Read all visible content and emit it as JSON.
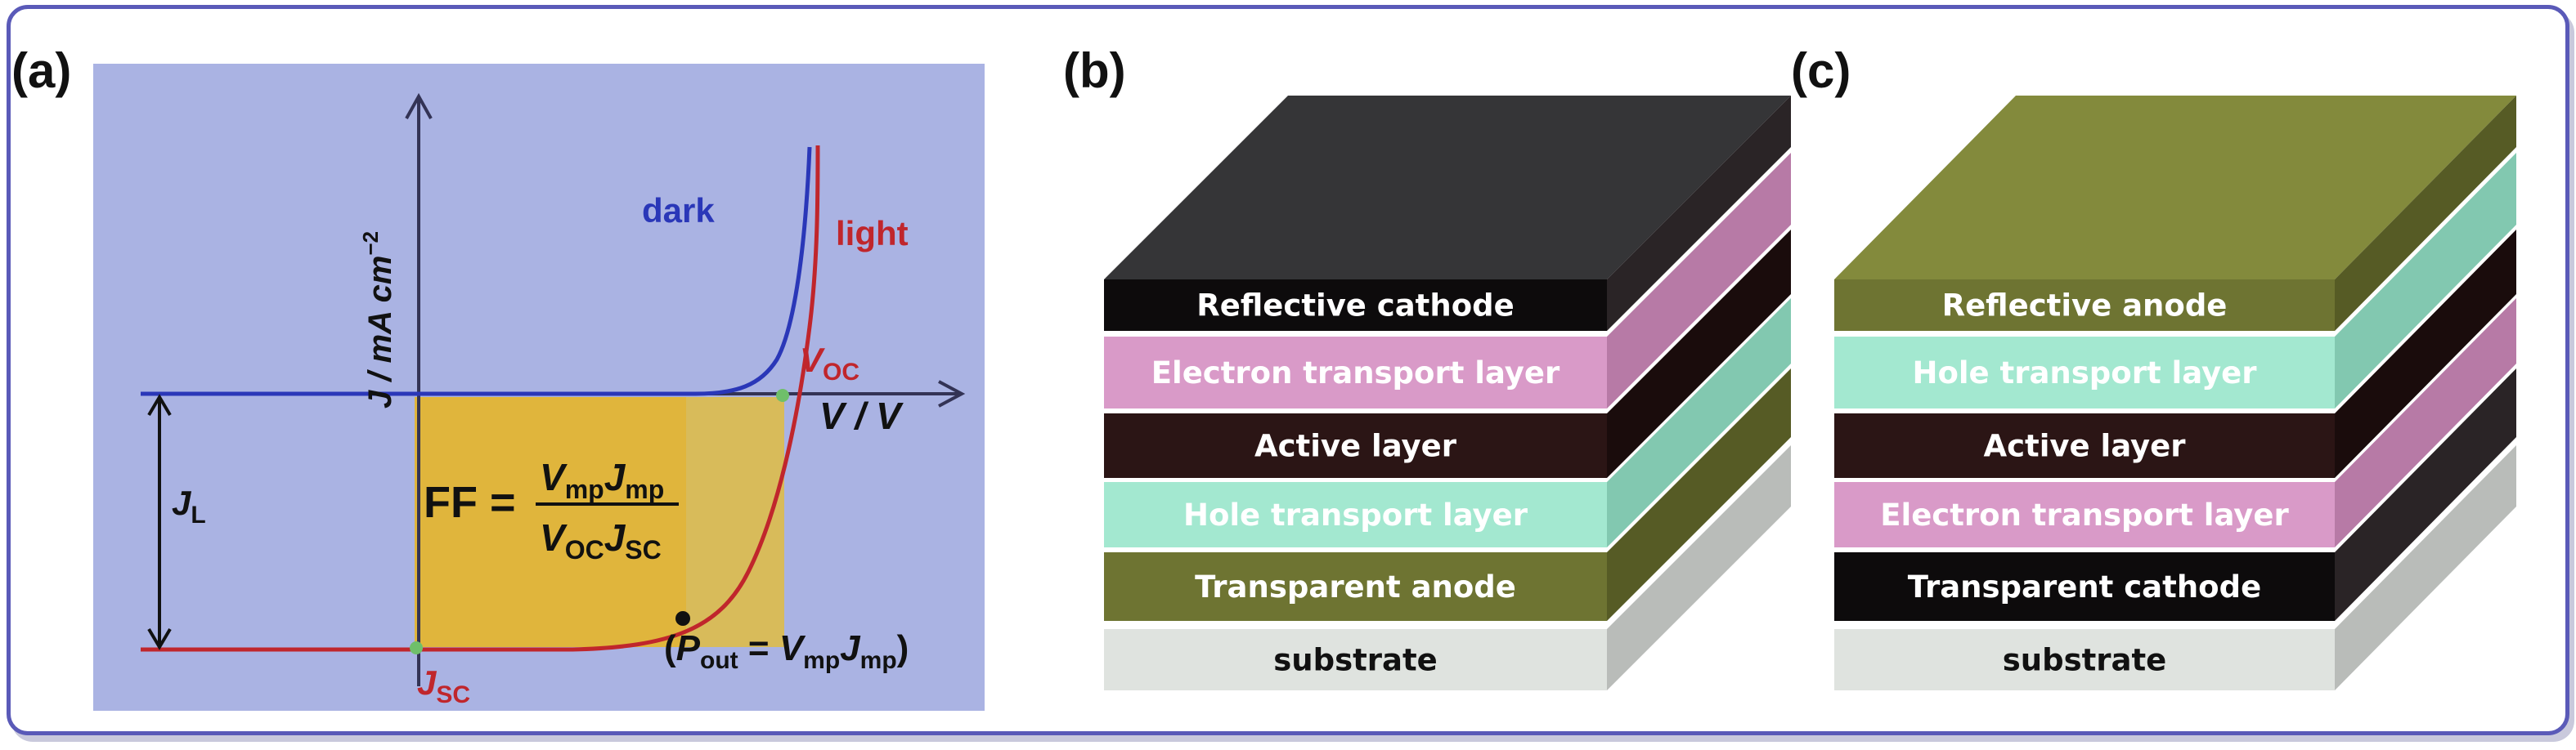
{
  "panels": {
    "a": {
      "label": "(a)",
      "y_axis": "J / mA cm",
      "y_axis_sup": "−2",
      "x_axis": "V / V",
      "curve_dark": "dark",
      "curve_light": "light",
      "voc": "V",
      "voc_sub": "OC",
      "jsc": "J",
      "jsc_sub": "SC",
      "jl": "J",
      "jl_sub": "L",
      "ff_lhs": "FF =",
      "ff_num_v": "V",
      "ff_num_v_sub": "mp",
      "ff_num_j": "J",
      "ff_num_j_sub": "mp",
      "ff_den_v": "V",
      "ff_den_v_sub": "OC",
      "ff_den_j": "J",
      "ff_den_j_sub": "SC",
      "pout_open": "(",
      "pout_p": "P",
      "pout_p_sub": "out",
      "pout_eq": " = ",
      "pout_v": "V",
      "pout_v_sub": "mp",
      "pout_j": "J",
      "pout_j_sub": "mp",
      "pout_close": ")"
    },
    "b": {
      "label": "(b)",
      "layers": [
        {
          "text": "Reflective cathode",
          "front": "#0d0b0c",
          "side": "#2a2426",
          "text_color": "#ffffff"
        },
        {
          "text": "Electron transport layer",
          "front": "#d99ac8",
          "side": "#b77aa6",
          "text_color": "#ffffff"
        },
        {
          "text": "Active layer",
          "front": "#2b1515",
          "side": "#1a0c0c",
          "text_color": "#ffffff"
        },
        {
          "text": "Hole transport layer",
          "front": "#a3e8d0",
          "side": "#82c8b0",
          "text_color": "#ffffff"
        },
        {
          "text": "Transparent anode",
          "front": "#6e7432",
          "side": "#565b25",
          "text_color": "#ffffff"
        },
        {
          "text": "substrate",
          "front": "#dfe3df",
          "side": "#b9bcb9",
          "text_color": "#111111"
        }
      ],
      "top_color": "#353537"
    },
    "c": {
      "label": "(c)",
      "layers": [
        {
          "text": "Reflective anode",
          "front": "#6e7432",
          "side": "#565b25",
          "text_color": "#ffffff"
        },
        {
          "text": "Hole transport layer",
          "front": "#a3e8d0",
          "side": "#82c8b0",
          "text_color": "#ffffff"
        },
        {
          "text": "Active layer",
          "front": "#2b1515",
          "side": "#1a0c0c",
          "text_color": "#ffffff"
        },
        {
          "text": "Electron transport layer",
          "front": "#d99ac8",
          "side": "#b77aa6",
          "text_color": "#ffffff"
        },
        {
          "text": "Transparent cathode",
          "front": "#0d0b0c",
          "side": "#2a2426",
          "text_color": "#ffffff"
        },
        {
          "text": "substrate",
          "front": "#dfe3df",
          "side": "#b9bcb9",
          "text_color": "#111111"
        }
      ],
      "top_color": "#838a3c"
    }
  },
  "colors": {
    "dark_curve": "#2a37b8",
    "light_curve": "#c0262c",
    "ff_box": "#e0b53c",
    "ff_box_light": "#d8bb5a",
    "axis": "#333355",
    "dot": "#6fbf6a"
  }
}
